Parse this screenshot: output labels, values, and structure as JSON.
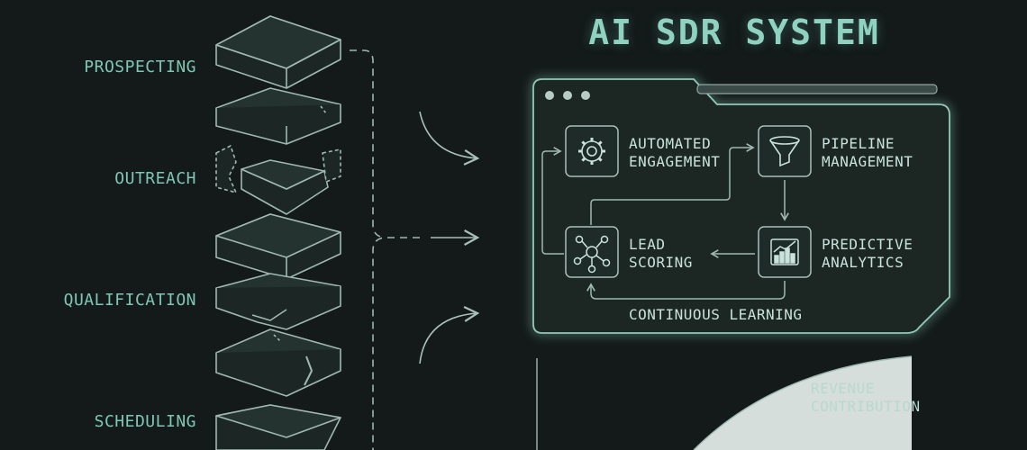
{
  "title": "AI SDR SYSTEM",
  "stages": [
    "PROSPECTING",
    "OUTREACH",
    "QUALIFICATION",
    "SCHEDULING"
  ],
  "nodes": {
    "engagement": {
      "line1": "AUTOMATED",
      "line2": "ENGAGEMENT",
      "icon": "gear-icon"
    },
    "pipeline": {
      "line1": "PIPELINE",
      "line2": "MANAGEMENT",
      "icon": "funnel-icon"
    },
    "lead": {
      "line1": "LEAD",
      "line2": "SCORING",
      "icon": "network-icon"
    },
    "analytics": {
      "line1": "PREDICTIVE",
      "line2": "ANALYTICS",
      "icon": "bar-chart-icon"
    }
  },
  "loop_label": "CONTINUOUS LEARNING",
  "revenue": {
    "line1": "REVENUE",
    "line2": "CONTRIBUTION"
  },
  "colors": {
    "background": "#131a19",
    "accent": "#7fc7b3",
    "line": "#9fb8b1",
    "panel": "#1b2523",
    "glow": "#5fb8a0"
  }
}
